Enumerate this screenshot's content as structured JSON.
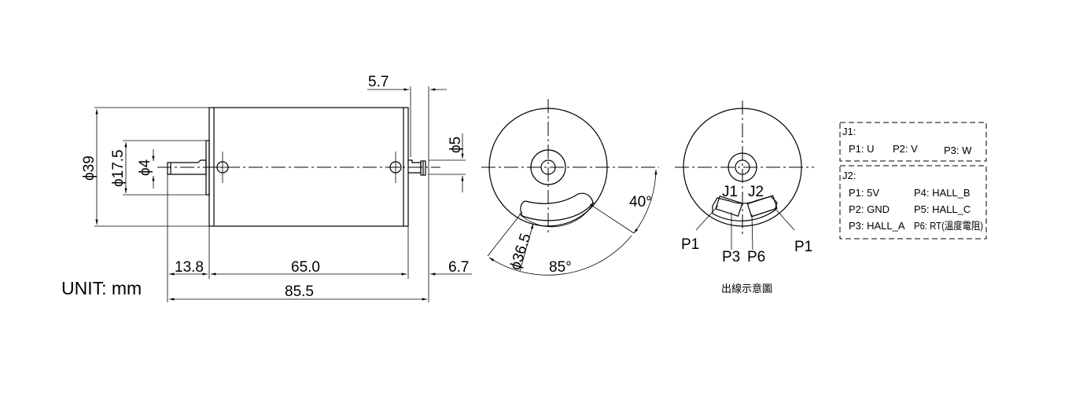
{
  "unit_label": "UNIT: mm",
  "side_view": {
    "dim_shaft_rear_len": "5.7",
    "dim_body_dia": "ϕ39",
    "dim_boss_dia": "ϕ17.5",
    "dim_shaft_dia": "ϕ4",
    "dim_rear_shaft_dia": "ϕ5",
    "dim_front_shaft_len": "13.8",
    "dim_body_len": "65.0",
    "dim_rear_len": "6.7",
    "dim_total_len": "85.5"
  },
  "rear_view": {
    "dim_angle_40": "40°",
    "dim_angle_85": "85°",
    "dim_dia_36_5": "ϕ36.5"
  },
  "wiring_view": {
    "caption": "出線示意圖",
    "labels": {
      "j1": "J1",
      "j2": "J2",
      "p1_left": "P1",
      "p3": "P3",
      "p6": "P6",
      "p1_right": "P1"
    }
  },
  "pin_table": {
    "j1_title": "J1:",
    "j1_pins": [
      "P1: U",
      "P2: V",
      "P3: W"
    ],
    "j2_title": "J2:",
    "j2_pins": [
      "P1: 5V",
      "P4: HALL_B",
      "P2: GND",
      "P5: HALL_C",
      "P3: HALL_A",
      "P6: RT(溫度電阻)"
    ]
  }
}
